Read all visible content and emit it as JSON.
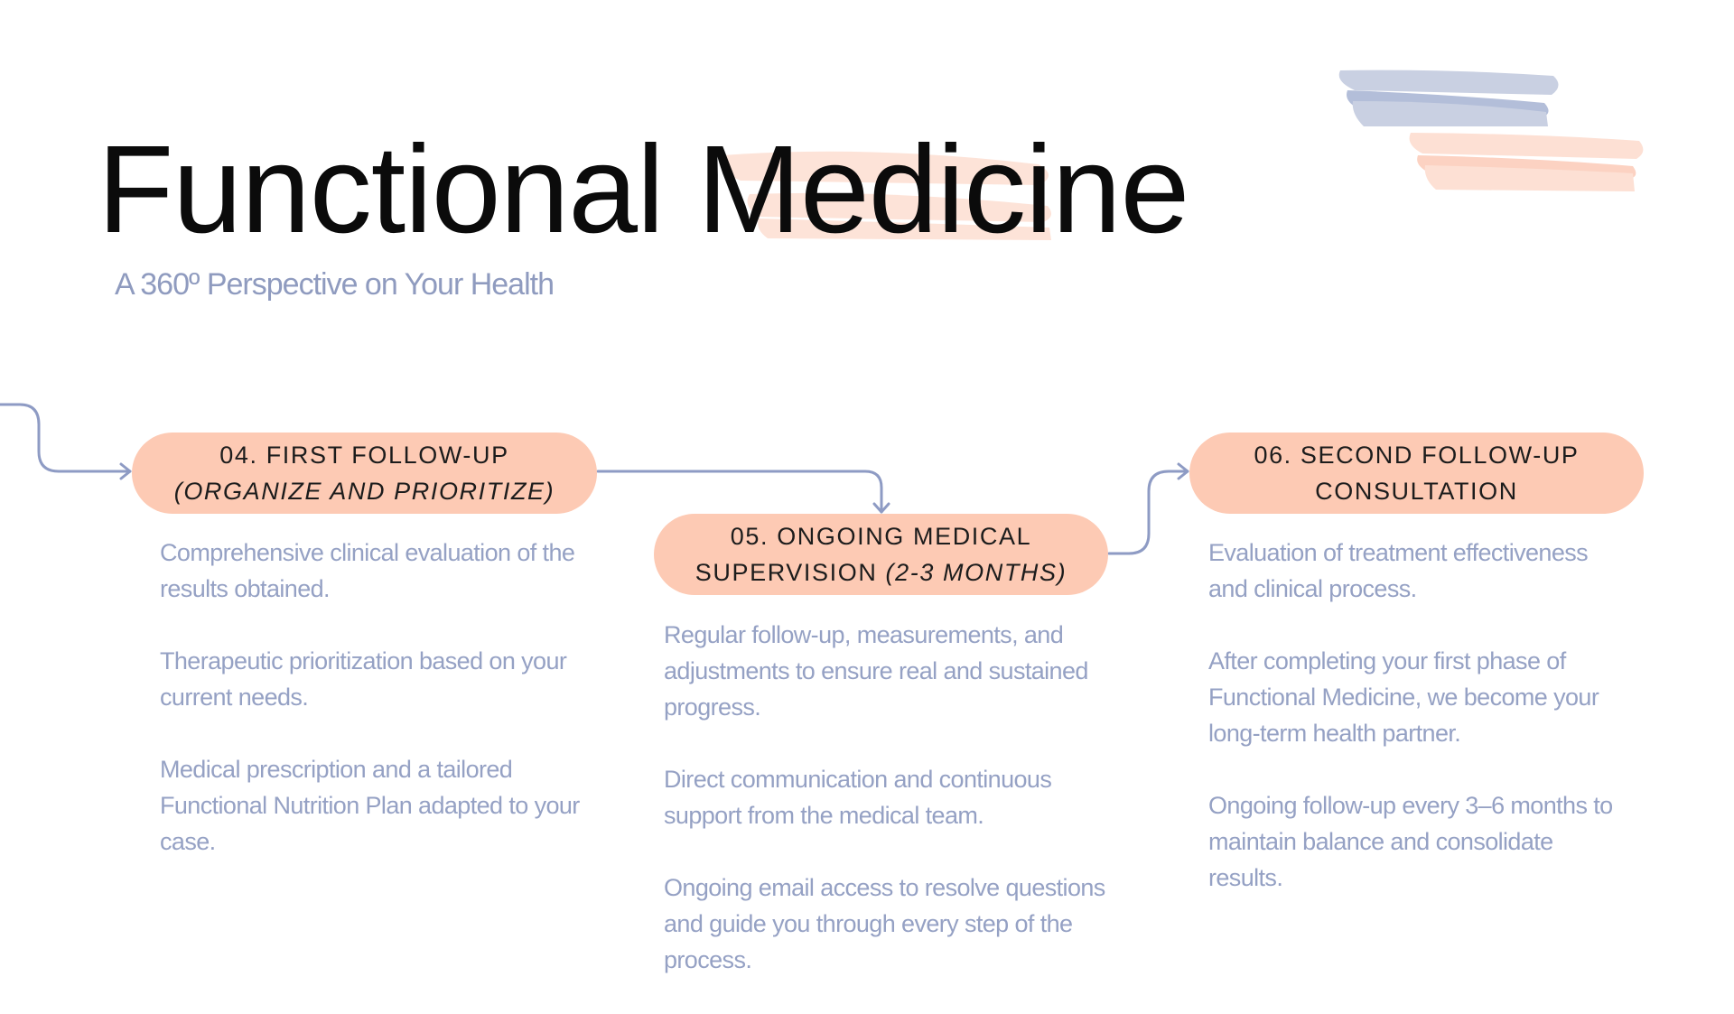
{
  "header": {
    "title": "Functional Medicine",
    "subtitle": "A 360º Perspective on Your Health"
  },
  "colors": {
    "pill": "#fdcab4",
    "connector": "#8e9bc4",
    "body_text": "#95a1c4",
    "brush_blue": "#c9d0e2",
    "brush_peach": "#fde0d4"
  },
  "steps": [
    {
      "title_line1": "04. FIRST FOLLOW-UP",
      "title_line2": "(ORGANIZE AND PRIORITIZE)",
      "paragraphs": [
        "Comprehensive clinical evaluation of the results obtained.",
        "Therapeutic prioritization based on your current needs.",
        "Medical prescription and a tailored Functional Nutrition Plan adapted to your case."
      ]
    },
    {
      "title_line1": "05. ONGOING MEDICAL",
      "title_line2_plain": "SUPERVISION ",
      "title_line2_italic": "(2-3 MONTHS)",
      "paragraphs": [
        "Regular follow-up, measurements, and adjustments to ensure real and sustained progress.",
        "Direct communication and continuous support from the medical team.",
        "Ongoing email access to resolve questions and guide you through every step of the process."
      ]
    },
    {
      "title_line1": "06. SECOND FOLLOW-UP",
      "title_line2": "CONSULTATION",
      "paragraphs": [
        "Evaluation of treatment effectiveness and clinical process.",
        "After completing your first phase of Functional Medicine, we become your long-term health partner.",
        "Ongoing follow-up every 3–6 months to maintain balance and consolidate results."
      ]
    }
  ]
}
